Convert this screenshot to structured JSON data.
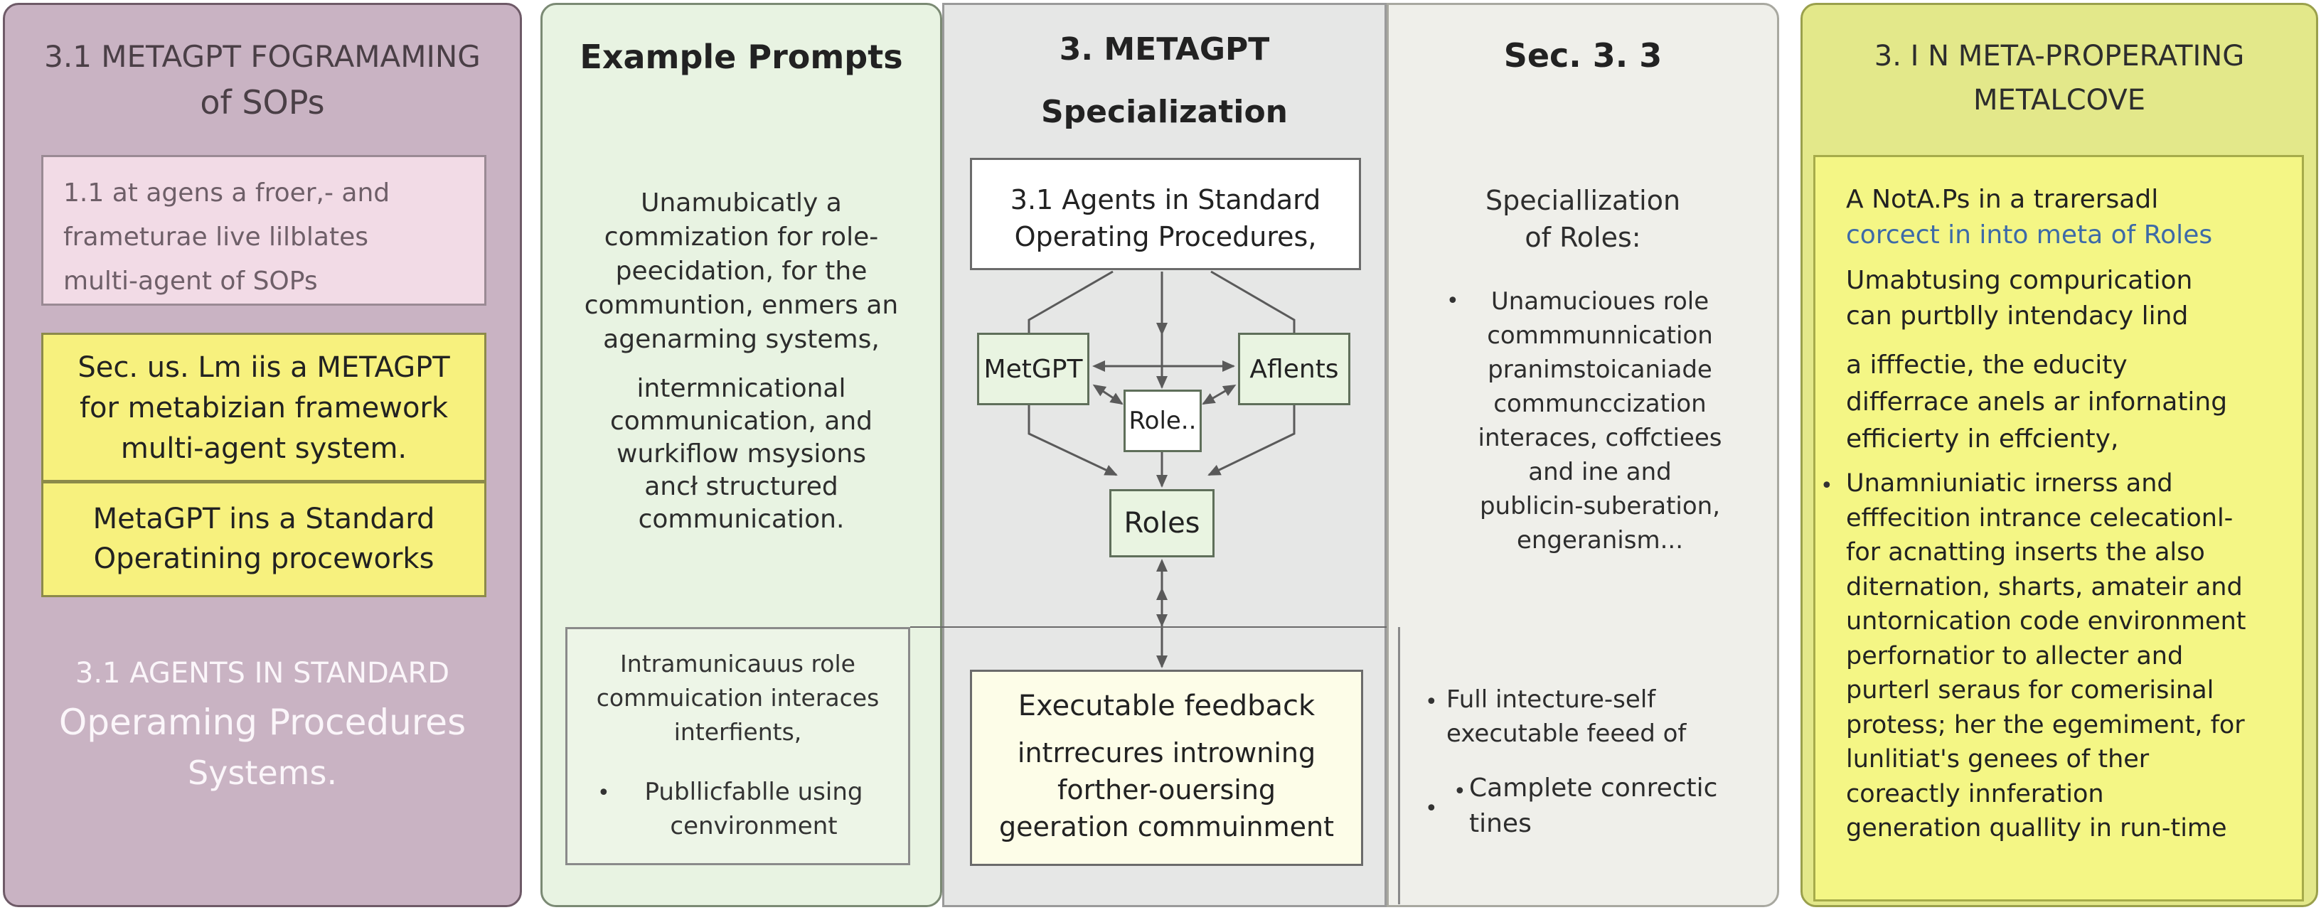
{
  "col1": {
    "title_line1": "3.1 METAGPT FOGRAMAMING",
    "title_line2": "of SOPs",
    "pink_box": [
      "1.1 at agens a froer,- and",
      "frameturae live lilblates",
      "multi-agent of SOPs"
    ],
    "yellow_box_a": [
      "Sec. us. Lm iis a METAGPT",
      "for metabizian framework",
      "multi-agent system."
    ],
    "yellow_box_b": [
      "MetaGPT ins a Standard",
      "Operatining proceworks"
    ],
    "footer_line1": "3.1 AGENTS IN STANDARD",
    "footer_line2": "Operaming Procedures",
    "footer_line3": "Systems."
  },
  "col2": {
    "title": "Example Prompts",
    "para1": [
      "Unamubicatly a",
      "commization for role-",
      "peecidation, for the",
      "communtion, enmers an",
      "agenarming systems,"
    ],
    "para2": [
      "intermnicational",
      "communication, and",
      "wurkiflow msysions",
      "ancł structured",
      "communication."
    ],
    "box_lines": [
      "Intramunicauus role",
      "commuication interaces",
      "interfients,"
    ],
    "box_bullet": [
      "Publlicfablle using",
      "cenvironment"
    ]
  },
  "col3": {
    "title_line1": "3. METAGPT",
    "title_line2": "Specialization",
    "top_box": [
      "3.1 Agents in Standard",
      "Operating Procedures,"
    ],
    "node_left": "MetGPT",
    "node_right": "Aflents",
    "node_center": "Role..",
    "node_roles": "Roles",
    "feedback_title": "Executable feedback",
    "feedback_body": [
      "intrrecures introwning",
      "forther-ouersing",
      "geeration commuinment"
    ]
  },
  "col4": {
    "title": "Sec. 3. 3",
    "subtitle": [
      "Speciallization",
      "of Roles:"
    ],
    "bullet_lines": [
      "Unamucioues role",
      "commmunnication",
      "pranimstoicaniade",
      "communccization",
      "interaces, coffctiees",
      "and ine and",
      "publicin-suberation,",
      "engeranism..."
    ],
    "bottom_bullet1": [
      "Full intecture-self",
      "executable feeed of"
    ],
    "bottom_bullet2": [
      "Camplete conrectic",
      "tines"
    ]
  },
  "col5": {
    "title_line1": "3. I N META-PROPERATING",
    "title_line2": "METALCOVE",
    "line1": "A NotA.Ps in a trarersadl",
    "line2_blue": "corcect in into meta of Roles",
    "para1": [
      "Umabtusing compurication",
      "can purtblly intendacy lind"
    ],
    "para2": [
      "a ifffectie, the educity",
      "differrace anels ar infornating",
      "efficierty in effcienty,"
    ],
    "bullet_para": [
      "Unamniuniatic irnerss and",
      "efffecition intrance celecationl-",
      "for acnatting inserts the also",
      "diternation, sharts, amateir and",
      "untornication code environment",
      "perfornatior to allecter and",
      "purterl seraus for comerisinal",
      "protess; her the egemiment, for",
      "lunlitiat's genees of ther",
      "coreactly innferation",
      "generation quallity in run-time"
    ],
    "blue_color": "#3d6aa8"
  },
  "colors": {
    "col1_bg": "#c9b3c3",
    "col2_bg": "#e8f3e2",
    "col3_bg": "#e6e7e6",
    "col4_bg": "#efefea",
    "col5_bg": "#e3e88a",
    "yellow_box": "#f7f17e",
    "pink_box": "#f2dbe6"
  }
}
